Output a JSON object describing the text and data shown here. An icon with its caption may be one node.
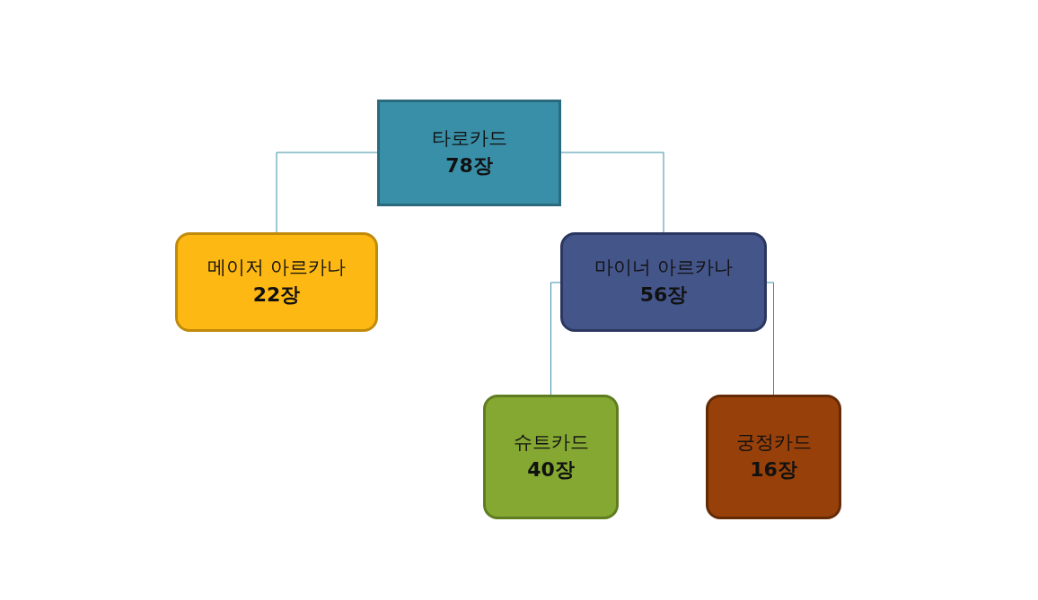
{
  "diagram": {
    "nodes": [
      {
        "text": [
          "타로카드",
          "78장"
        ]
      },
      {
        "text": [
          "메이저 아르카나",
          "22장"
        ]
      },
      {
        "text": [
          "마이너 아르카나",
          "56장"
        ]
      },
      {
        "text": [
          "슈트카드",
          "40장"
        ]
      },
      {
        "text": [
          "궁정카드",
          "16장"
        ]
      }
    ],
    "edges": [
      {
        "from": 0,
        "to": 1,
        "arrow": "none"
      },
      {
        "from": 0,
        "to": 2,
        "arrow": "none"
      },
      {
        "from": 2,
        "to": 3,
        "arrow": "none"
      },
      {
        "from": 2,
        "to": 4,
        "arrow": "none"
      }
    ]
  }
}
